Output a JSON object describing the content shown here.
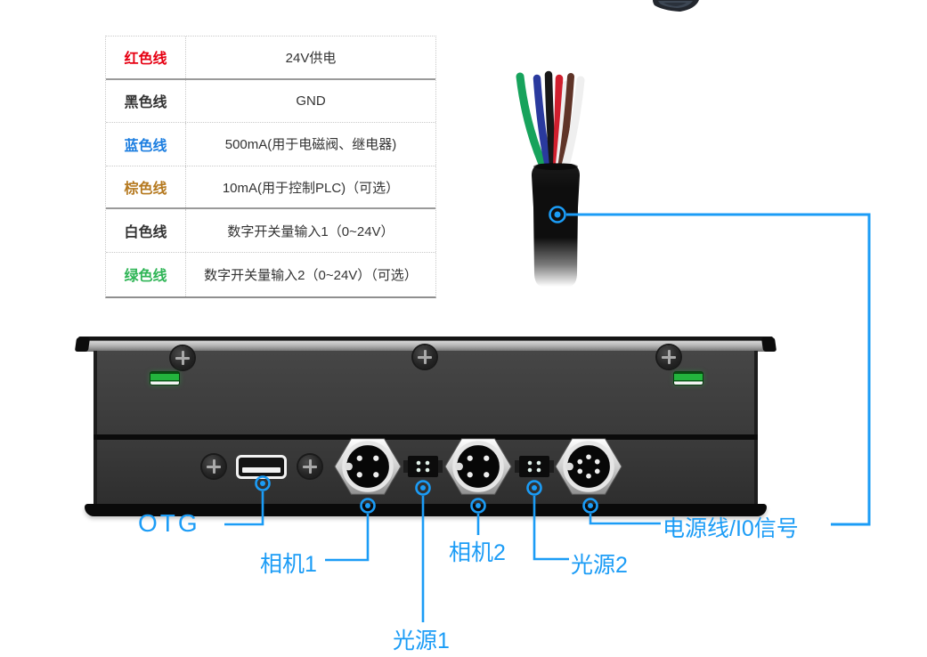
{
  "accent": "#1b9cf6",
  "wire_table": {
    "rows": [
      {
        "name": "红色线",
        "color": "#e60012",
        "desc": "24V供电"
      },
      {
        "name": "黑色线",
        "color": "#333333",
        "desc": "GND"
      },
      {
        "name": "蓝色线",
        "color": "#1c7ee0",
        "desc": "500mA(用于电磁阀、继电器)"
      },
      {
        "name": "棕色线",
        "color": "#b5791f",
        "desc": "10mA(用于控制PLC)（可选）"
      },
      {
        "name": "白色线",
        "color": "#333333",
        "desc": "数字开关量输入1（0~24V）"
      },
      {
        "name": "绿色线",
        "color": "#2fb556",
        "desc": "数字开关量输入2（0~24V）（可选）"
      }
    ]
  },
  "callouts": {
    "otg": "OTG",
    "camera1": "相机1",
    "camera2": "相机2",
    "light1": "光源1",
    "light2": "光源2",
    "power": "电源线/I0信号"
  },
  "cable": {
    "sheath_color": "#111111",
    "wire_colors": {
      "green": "#17a35c",
      "blue": "#2a3a9e",
      "black": "#171717",
      "red": "#d01f2e",
      "brown": "#5f3428",
      "white": "#efefef"
    }
  },
  "device": {
    "clip_color": "#23b43d"
  },
  "icons": {
    "screw": "phillips-cross",
    "camera_connector": "m8-4pin-circular",
    "power_connector": "m8-6pin-circular",
    "light_connector": "terminal-block-2x2",
    "usb_port": "usb-a-outline",
    "mount_clip": "green-clip"
  }
}
